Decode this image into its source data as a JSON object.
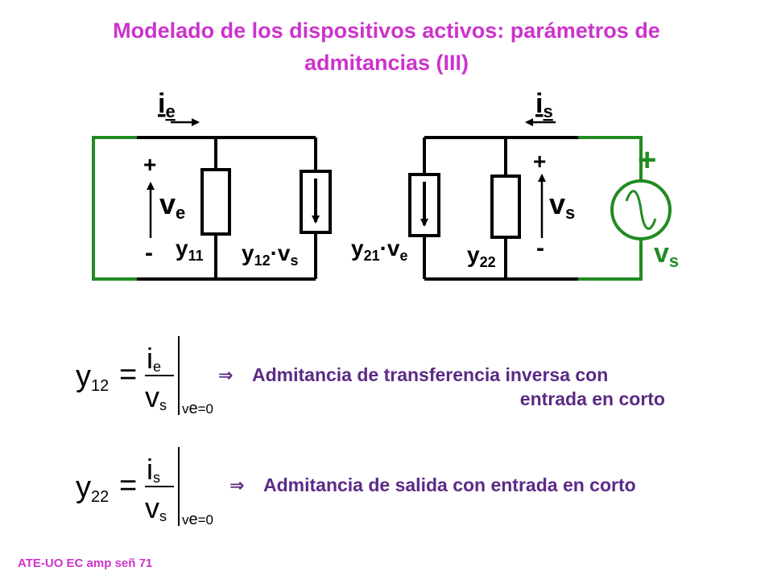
{
  "title": {
    "line1": "Modelado de los dispositivos activos: parámetros de",
    "line2": "admitancias (III)"
  },
  "circuit": {
    "current_in": {
      "main": "i",
      "sub": "e"
    },
    "current_out": {
      "main": "i",
      "sub": "s"
    },
    "v_in": {
      "main": "v",
      "sub": "e"
    },
    "v_out": {
      "main": "v",
      "sub": "s"
    },
    "source_label": {
      "main": "v",
      "sub": "s"
    },
    "plus": "+",
    "minus": "-",
    "y11": {
      "main": "y",
      "sub": "11"
    },
    "y12vs": {
      "main": "y",
      "sub": "12",
      "dot": "·v",
      "sub2": "s"
    },
    "y21ve": {
      "main": "y",
      "sub": "21",
      "dot": "·v",
      "sub2": "e"
    },
    "y22": {
      "main": "y",
      "sub": "22"
    },
    "colors": {
      "wire": "#000000",
      "green": "#228b22",
      "title": "#cc33cc",
      "explanation": "#5b2a86"
    }
  },
  "equations": [
    {
      "lhs_main": "y",
      "lhs_sub": "12",
      "equals": "=",
      "num_main": "i",
      "num_sub": "e",
      "den_main": "v",
      "den_sub": "s",
      "cond_main": "v",
      "cond_sub": "e",
      "cond_rest": "=0",
      "arrow": "⇒",
      "text_line1": "Admitancia de transferencia inversa con",
      "text_line2": "entrada en corto"
    },
    {
      "lhs_main": "y",
      "lhs_sub": "22",
      "equals": "=",
      "num_main": "i",
      "num_sub": "s",
      "den_main": "v",
      "den_sub": "s",
      "cond_main": "v",
      "cond_sub": "e",
      "cond_rest": "=0",
      "arrow": "⇒",
      "text_line1": "Admitancia de salida con entrada en corto"
    }
  ],
  "footer": "ATE-UO EC amp señ 71"
}
